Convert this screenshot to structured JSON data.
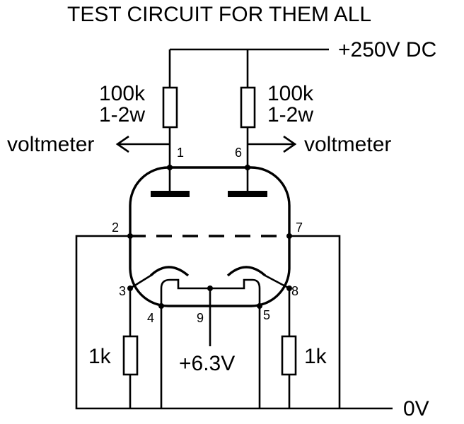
{
  "title": "TEST CIRCUIT FOR THEM ALL",
  "supply": {
    "positive": "+250V DC",
    "ground": "0V",
    "heater": "+6.3V"
  },
  "plate_resistors": [
    {
      "value": "100k",
      "rating": "1-2w"
    },
    {
      "value": "100k",
      "rating": "1-2w"
    }
  ],
  "cathode_resistors": [
    {
      "value": "1k"
    },
    {
      "value": "1k"
    }
  ],
  "meters": {
    "left": "voltmeter",
    "right": "voltmeter"
  },
  "pins": [
    "1",
    "2",
    "3",
    "4",
    "5",
    "6",
    "7",
    "8",
    "9"
  ]
}
